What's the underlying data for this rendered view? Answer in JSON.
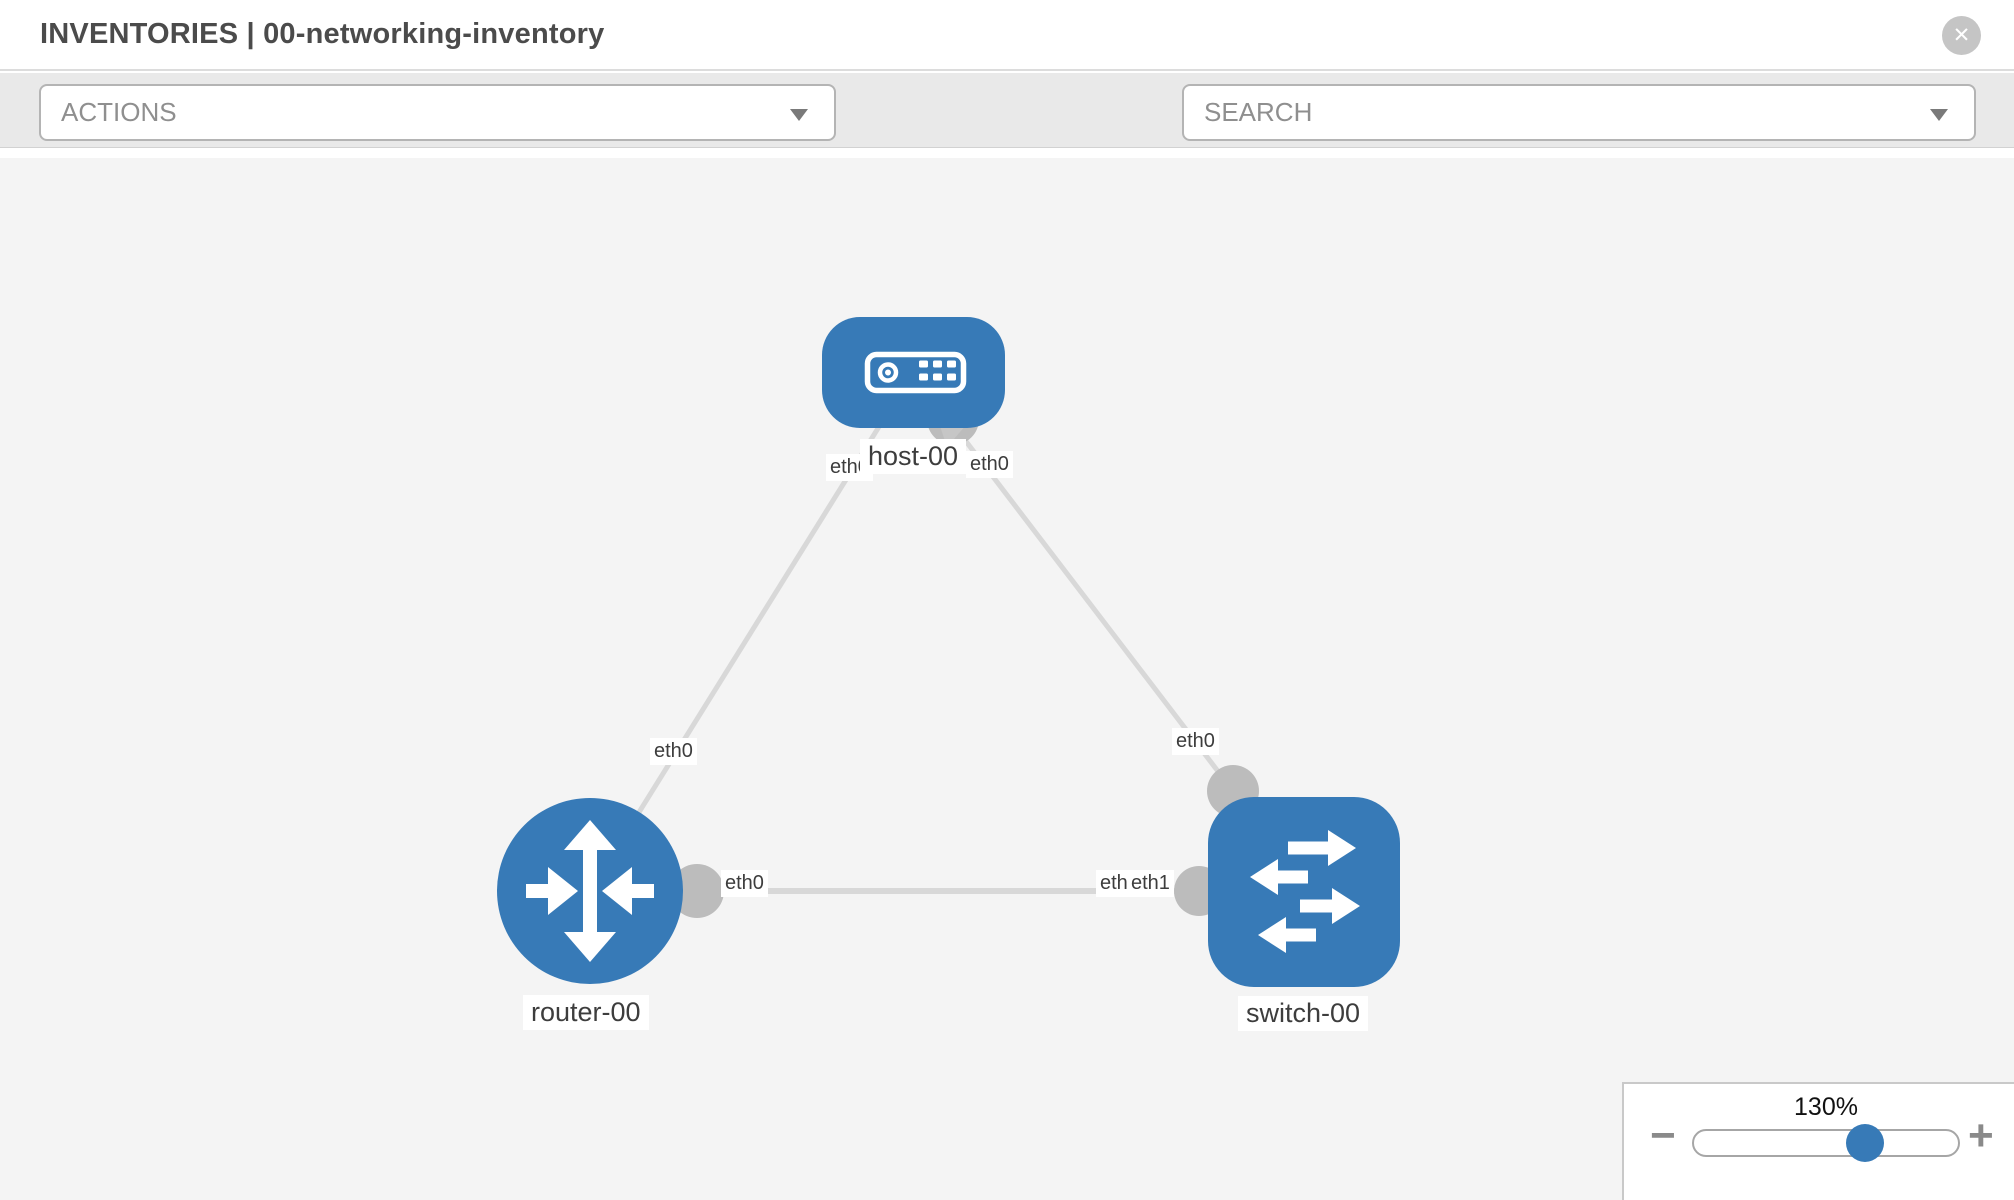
{
  "header": {
    "title": "INVENTORIES | 00-networking-inventory",
    "close_glyph": "✕"
  },
  "toolbar": {
    "actions_placeholder": "ACTIONS",
    "search_placeholder": "SEARCH",
    "icons": [
      "wrench-icon",
      "key-icon"
    ]
  },
  "topology": {
    "nodes": [
      {
        "id": "host-00",
        "type": "host",
        "label": "host-00"
      },
      {
        "id": "router-00",
        "type": "router",
        "label": "router-00"
      },
      {
        "id": "switch-00",
        "type": "switch",
        "label": "switch-00"
      }
    ],
    "links": [
      {
        "from": "router-00",
        "to": "host-00",
        "from_if": "eth0",
        "to_if": "eth0"
      },
      {
        "from": "host-00",
        "to": "switch-00",
        "from_if": "eth0",
        "to_if": "eth0"
      },
      {
        "from": "router-00",
        "to": "switch-00",
        "from_if": "eth0",
        "to_if": "eth1",
        "to_if_overlapped": "eth0"
      }
    ]
  },
  "zoom_control": {
    "value": "130%",
    "percent": 130,
    "decrease_label": "−",
    "increase_label": "+"
  },
  "colors": {
    "node_blue": "#377ab7",
    "link_gray": "#d8d8d8",
    "connector_gray": "#bcbcbc",
    "toolbar_bg": "#e9e9e9",
    "canvas_bg": "#f4f4f4",
    "icon_gray": "#7b838c"
  }
}
